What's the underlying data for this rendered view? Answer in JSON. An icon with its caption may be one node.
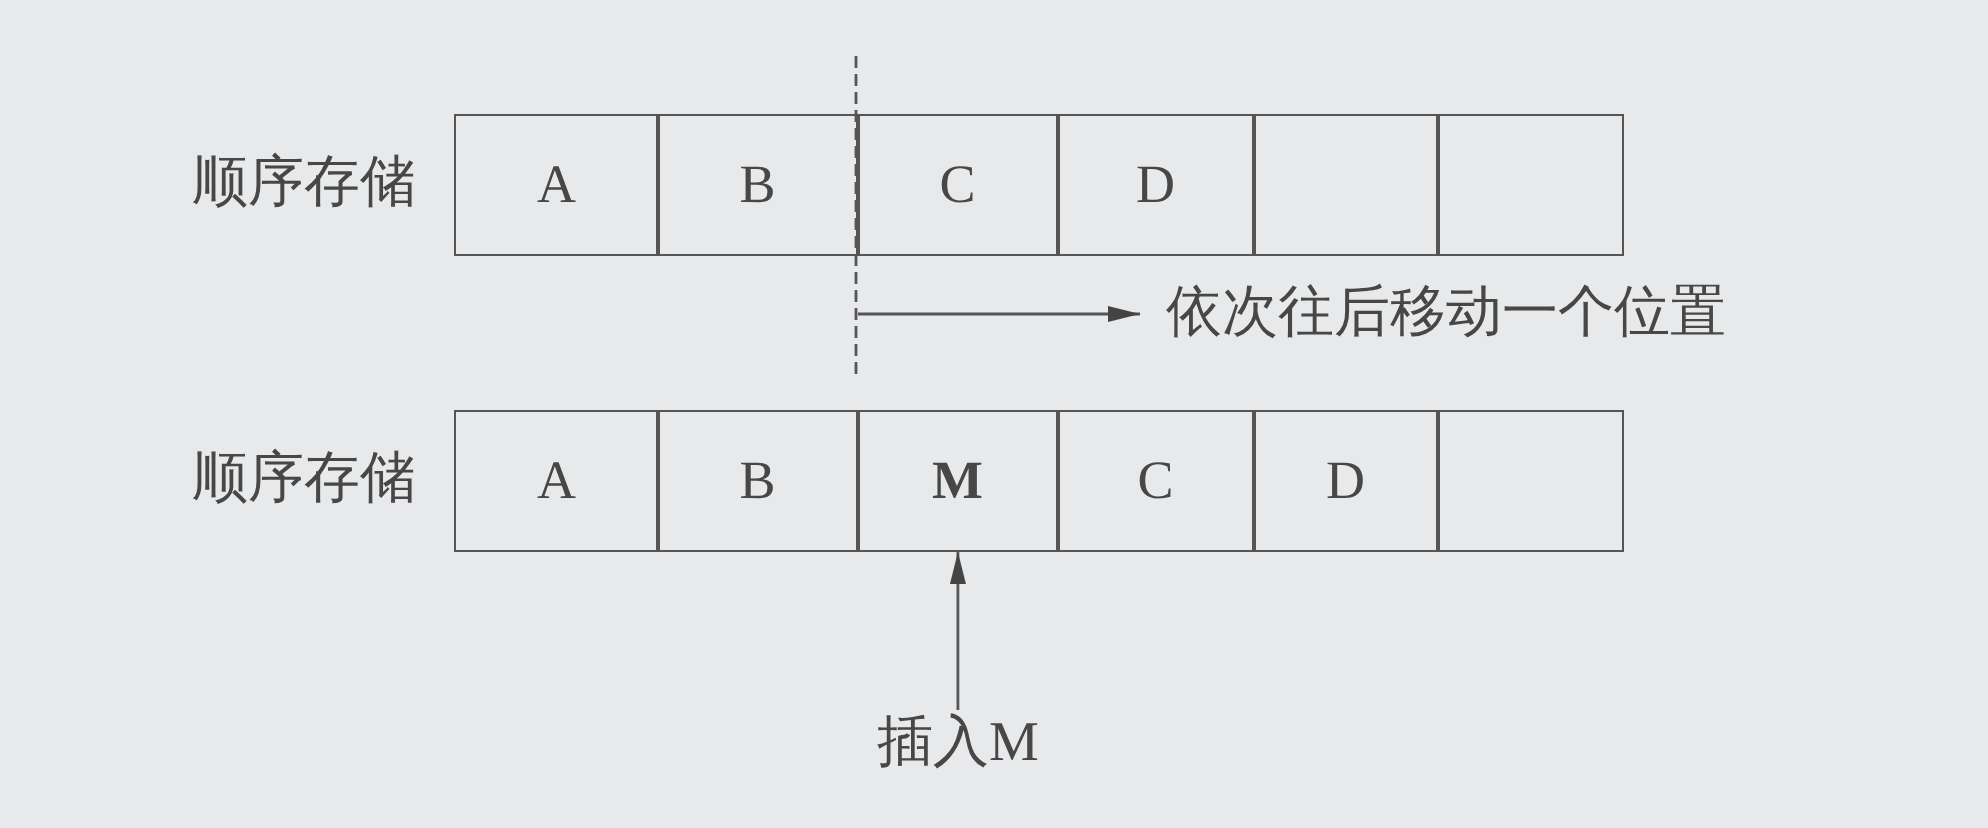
{
  "diagram": {
    "nodes": [
      {
        "text": [
          "A"
        ]
      },
      {
        "text": [
          "B"
        ]
      },
      {
        "text": [
          "C"
        ]
      },
      {
        "text": [
          "D"
        ]
      },
      {
        "text": [],
        "shape": "box"
      },
      {
        "text": [],
        "shape": "box"
      },
      {
        "text": [
          "A"
        ]
      },
      {
        "text": [
          "B"
        ]
      },
      {
        "text": [
          "M"
        ]
      },
      {
        "text": [
          "C"
        ]
      },
      {
        "text": [
          "D"
        ]
      },
      {
        "text": [],
        "shape": "box"
      },
      {
        "text": [
          "插入M"
        ]
      }
    ],
    "edges": [
      {
        "from": 12,
        "to": 8,
        "arrow": "to"
      }
    ],
    "labels": [
      "顺序存储",
      "依次往后移动一个位置",
      "顺序存储"
    ]
  }
}
